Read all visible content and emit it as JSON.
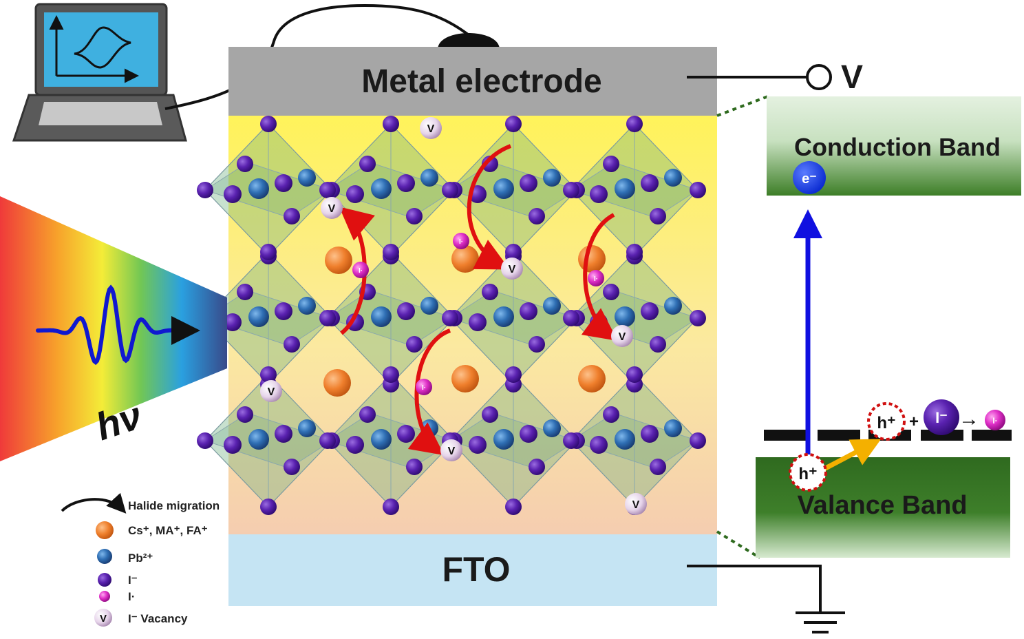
{
  "device": {
    "top_electrode": "Metal electrode",
    "bottom_electrode": "FTO",
    "bias_label": "V"
  },
  "light": {
    "label": "hν"
  },
  "bands": {
    "conduction": "Conduction Band",
    "valence": "Valance Band",
    "electron": "e⁻",
    "hole": "h⁺",
    "hole_trap": "h⁺",
    "plus": "+",
    "iodide": "I⁻",
    "arrow": "→",
    "iodine_radical": "I·"
  },
  "lattice": {
    "vacancy_symbol": "V",
    "iodine_radical_symbol": "I·"
  },
  "legend": [
    {
      "symbol": "arrow",
      "label": "Halide migration"
    },
    {
      "symbol": "orange-sphere",
      "label": "Cs⁺, MA⁺, FA⁺"
    },
    {
      "symbol": "blue-sphere",
      "label": "Pb²⁺"
    },
    {
      "symbol": "purple-sphere",
      "label": "I⁻"
    },
    {
      "symbol": "pink-sphere",
      "label": "I·"
    },
    {
      "symbol": "vacancy",
      "label": "I⁻ Vacancy"
    }
  ],
  "colors": {
    "metal": "#a6a6a6",
    "fto": "#c5e4f3",
    "perovskite_top": "#fff266",
    "perovskite_bottom": "#f6d2b4",
    "conduction_band": "#3f8a2a",
    "valence_band": "#2f6a1f",
    "migration_arrow": "#e01010",
    "electron_arrow": "#1010e0",
    "hole_arrow": "#f4b000"
  }
}
